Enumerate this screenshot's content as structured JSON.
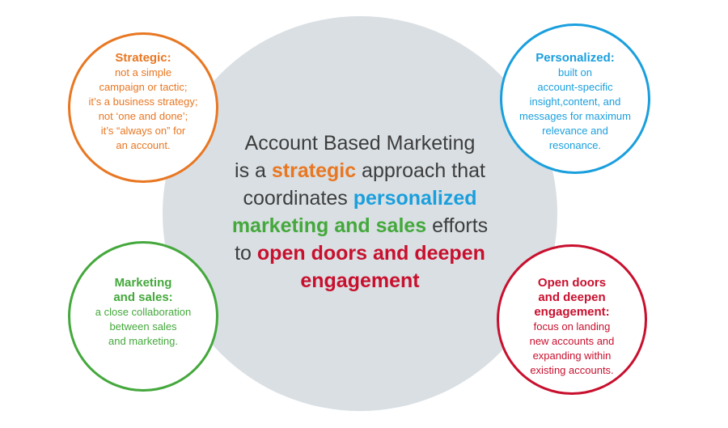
{
  "colors": {
    "center_bg": "#d9dfe3",
    "text_gray": "#3d3d3d",
    "orange": "#e87722",
    "blue": "#1a9fdd",
    "green": "#44a83c",
    "red": "#c8102e"
  },
  "center": {
    "line1": "Account Based Marketing",
    "line2_pre": "is a ",
    "line2_hl": "strategic",
    "line2_post": " approach that",
    "line3_pre": "coordinates ",
    "line3_hl": "personalized",
    "line4_hl": "marketing and sales",
    "line4_post": " efforts",
    "line5_pre": "to ",
    "line5_hl": "open doors and deepen",
    "line6_hl": "engagement"
  },
  "circles": {
    "strategic": {
      "title": "Strategic:",
      "body": "not a simple\ncampaign or tactic;\nit’s a business strategy;\nnot ‘one and done’;\nit’s “always on” for\nan account."
    },
    "personalized": {
      "title": "Personalized:",
      "body": "built on\naccount-specific\ninsight,content, and\nmessages for maximum\nrelevance and\nresonance."
    },
    "marketing_sales": {
      "title": "Marketing\nand sales:",
      "body": "a close collaboration\nbetween sales\nand marketing."
    },
    "open_doors": {
      "title": "Open doors\nand deepen\nengagement:",
      "body": "focus on landing\nnew accounts and\nexpanding within\nexisting accounts."
    }
  }
}
